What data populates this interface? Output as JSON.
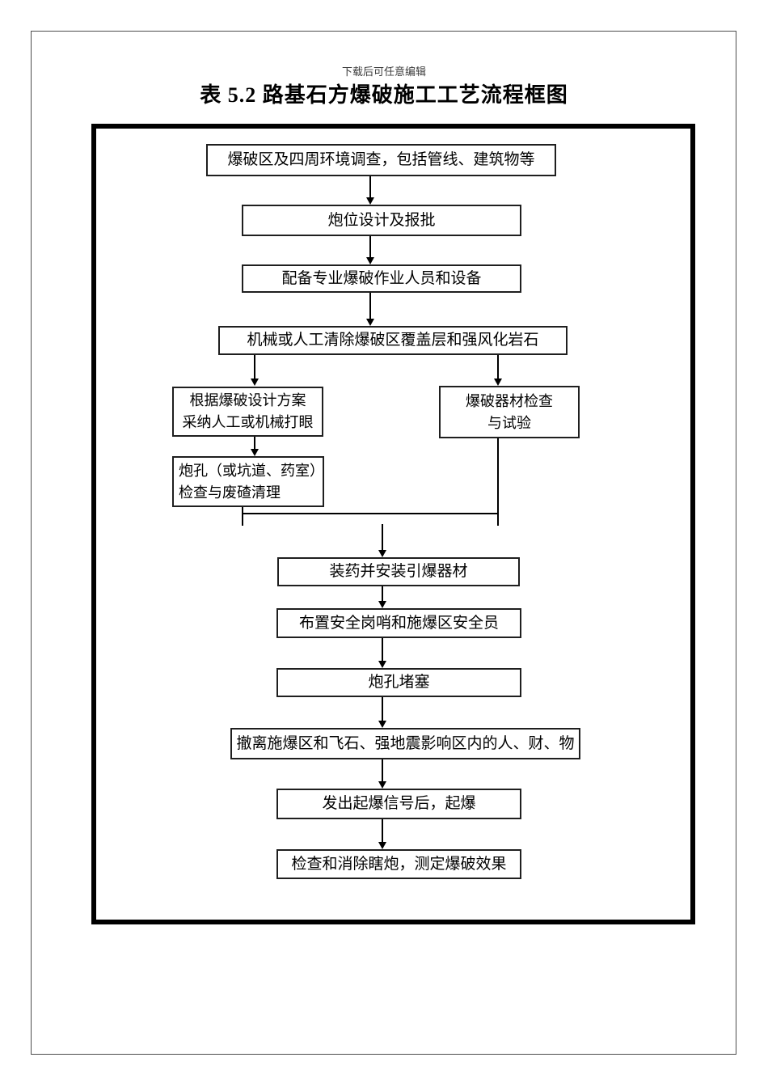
{
  "document": {
    "edit_note": "下载后可任意编辑",
    "title": "表 5.2 路基石方爆破施工工艺流程框图"
  },
  "flowchart": {
    "nodes": [
      {
        "text": "爆破区及四周环境调查，包括管线、建筑物等"
      },
      {
        "text": "炮位设计及报批"
      },
      {
        "text": "配备专业爆破作业人员和设备"
      },
      {
        "text": "机械或人工清除爆破区覆盖层和强风化岩石"
      },
      {
        "line1": "根据爆破设计方案",
        "line2": "采纳人工或机械打眼"
      },
      {
        "line1": "爆破器材检查",
        "line2": "与试验"
      },
      {
        "line1": "炮孔（或坑道、药室）",
        "line2": "检查与废碴清理"
      },
      {
        "text": "装药并安装引爆器材"
      },
      {
        "text": "布置安全岗哨和施爆区安全员"
      },
      {
        "text": "炮孔堵塞"
      },
      {
        "text": "撤离施爆区和飞石、强地震影响区内的人、财、物"
      },
      {
        "text": "发出起爆信号后，起爆"
      },
      {
        "text": "检查和消除瞎炮，测定爆破效果"
      }
    ],
    "colors": {
      "frame_border": "#000000",
      "node_border": "#1f1f1f",
      "text_color": "#000000",
      "page_border": "#4d4d4d",
      "background": "#ffffff"
    }
  }
}
